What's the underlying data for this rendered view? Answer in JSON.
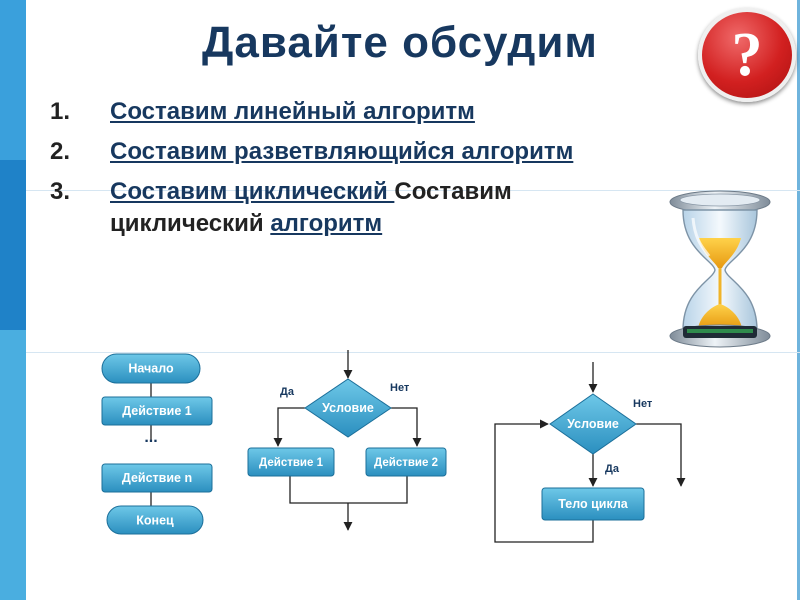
{
  "slide": {
    "title": "Давайте обсудим",
    "badge": "?",
    "tasks": [
      {
        "num": "1.",
        "parts": [
          {
            "text": "Составим линейный алгоритм",
            "link": true
          }
        ]
      },
      {
        "num": "2.",
        "parts": [
          {
            "text": "Составим разветвляющийся алгоритм",
            "link": true
          }
        ]
      },
      {
        "num": "3.",
        "parts": [
          {
            "text": "Составим циклический ",
            "link": true
          },
          {
            "text": "Составим циклический ",
            "link": false
          },
          {
            "text": "алгоритм",
            "link": true
          }
        ]
      }
    ]
  },
  "linear": {
    "start": "Начало",
    "action1": "Действие 1",
    "dots": "...",
    "actionN": "Действие n",
    "end": "Конец"
  },
  "branch": {
    "condition": "Условие",
    "yes": "Да",
    "no": "Нет",
    "action1": "Действие 1",
    "action2": "Действие 2"
  },
  "loop": {
    "condition": "Условие",
    "no": "Нет",
    "yes": "Да",
    "body": "Тело цикла"
  },
  "colors": {
    "title": "#17385f",
    "link": "#17385f",
    "sidebar": "#2a8fd0",
    "node_top": "#6ec8e8",
    "node_bottom": "#2b8fbf",
    "badge": "#d22020"
  },
  "icons": {
    "badge": "question-mark-icon",
    "hourglass": "hourglass-icon"
  }
}
